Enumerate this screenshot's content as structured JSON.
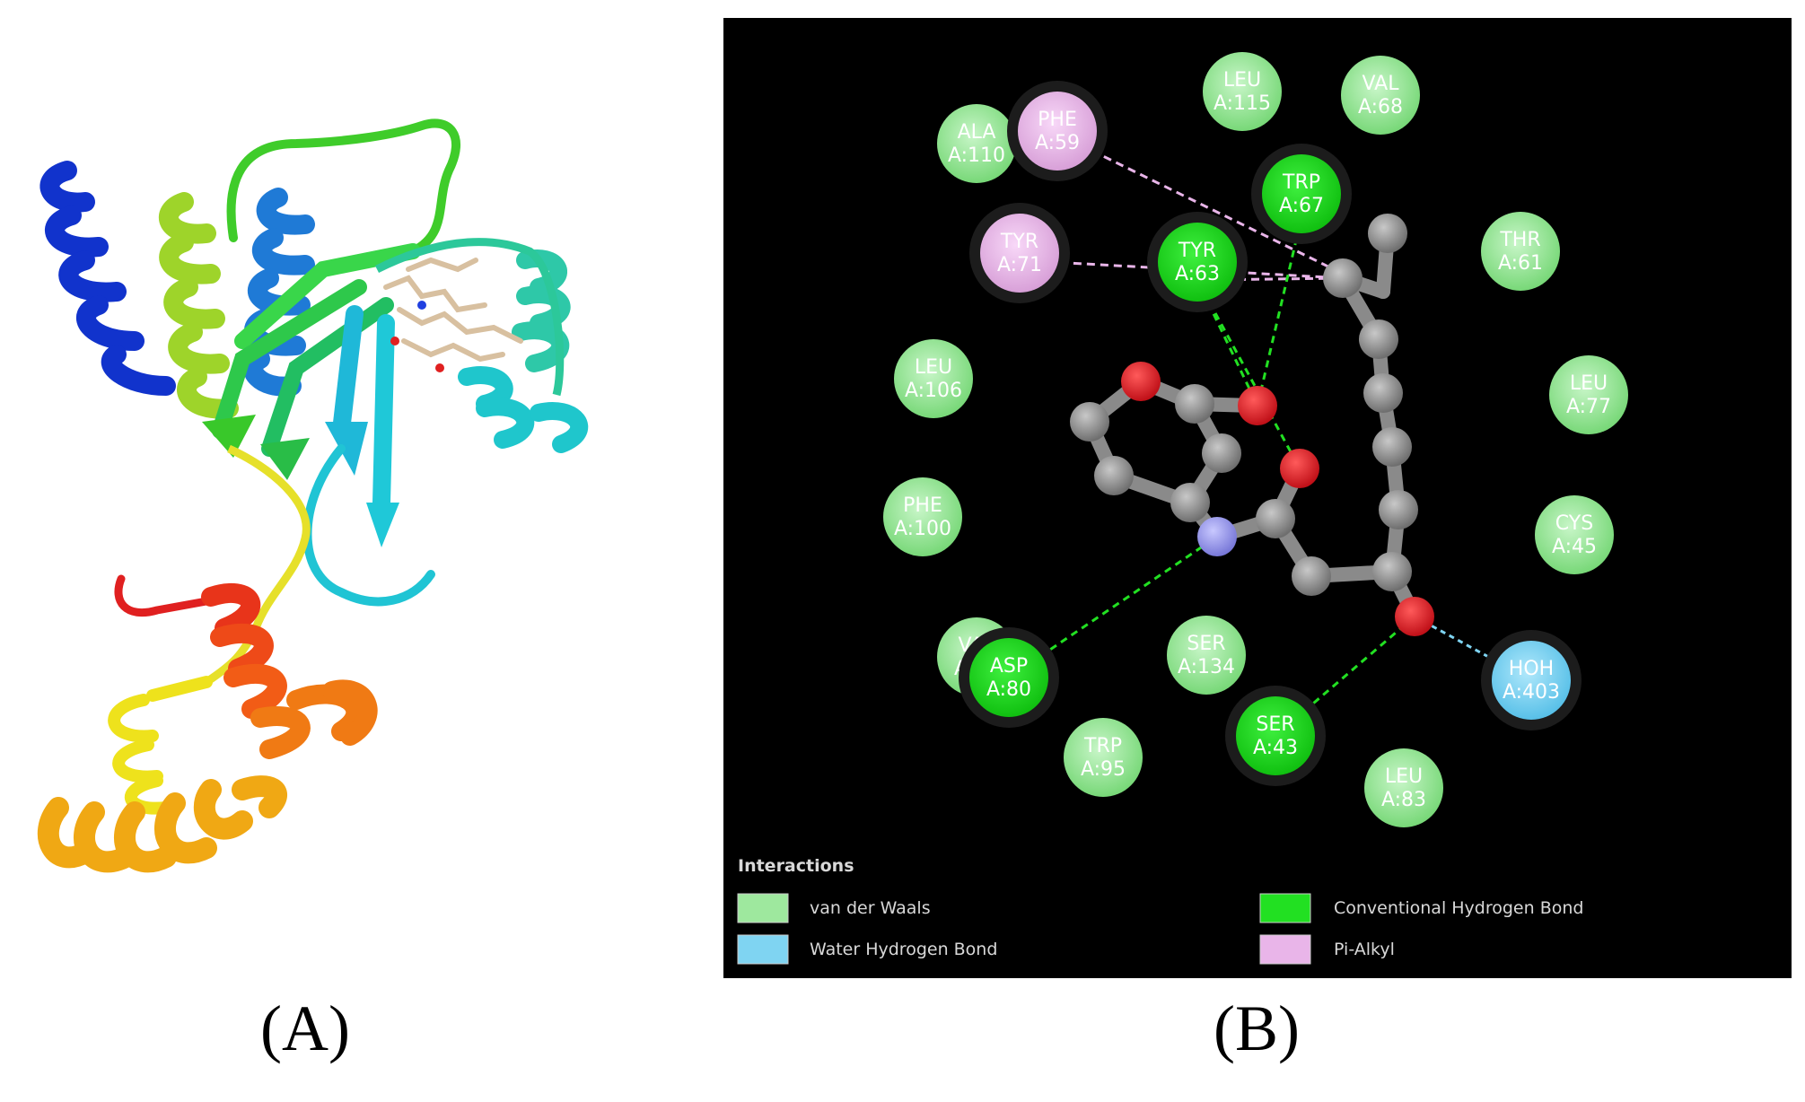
{
  "panels": {
    "a_label": "(A)",
    "b_label": "(B)"
  },
  "colors": {
    "van_der_waals": "#9ee89e",
    "conventional_hbond": "#22e022",
    "water_hbond": "#7fd4f2",
    "pi_alkyl": "#e9b5e9",
    "carbon": "#8f8f8f",
    "oxygen": "#e0222a",
    "nitrogen": "#9a9af0",
    "background": "#000000"
  },
  "residues": [
    {
      "name": "ALA",
      "id": "A:110",
      "type": "van_der_waals"
    },
    {
      "name": "PHE",
      "id": "A:59",
      "type": "pi_alkyl"
    },
    {
      "name": "LEU",
      "id": "A:115",
      "type": "van_der_waals"
    },
    {
      "name": "VAL",
      "id": "A:68",
      "type": "van_der_waals"
    },
    {
      "name": "TRP",
      "id": "A:67",
      "type": "conventional_hbond"
    },
    {
      "name": "TYR",
      "id": "A:71",
      "type": "pi_alkyl"
    },
    {
      "name": "TYR",
      "id": "A:63",
      "type": "conventional_hbond"
    },
    {
      "name": "THR",
      "id": "A:61",
      "type": "van_der_waals"
    },
    {
      "name": "LEU",
      "id": "A:106",
      "type": "van_der_waals"
    },
    {
      "name": "LEU",
      "id": "A:77",
      "type": "van_der_waals"
    },
    {
      "name": "PHE",
      "id": "A:100",
      "type": "van_der_waals"
    },
    {
      "name": "CYS",
      "id": "A:45",
      "type": "van_der_waals"
    },
    {
      "name": "VAL",
      "id": "A:82",
      "type": "van_der_waals"
    },
    {
      "name": "ASP",
      "id": "A:80",
      "type": "conventional_hbond"
    },
    {
      "name": "SER",
      "id": "A:134",
      "type": "van_der_waals"
    },
    {
      "name": "HOH",
      "id": "A:403",
      "type": "water_hbond"
    },
    {
      "name": "SER",
      "id": "A:43",
      "type": "conventional_hbond"
    },
    {
      "name": "TRP",
      "id": "A:95",
      "type": "van_der_waals"
    },
    {
      "name": "LEU",
      "id": "A:83",
      "type": "van_der_waals"
    }
  ],
  "legend": {
    "title": "Interactions",
    "items": [
      {
        "label": "van der Waals",
        "type": "van_der_waals"
      },
      {
        "label": "Conventional Hydrogen Bond",
        "type": "conventional_hbond"
      },
      {
        "label": "Water Hydrogen Bond",
        "type": "water_hbond"
      },
      {
        "label": "Pi-Alkyl",
        "type": "pi_alkyl"
      }
    ]
  }
}
